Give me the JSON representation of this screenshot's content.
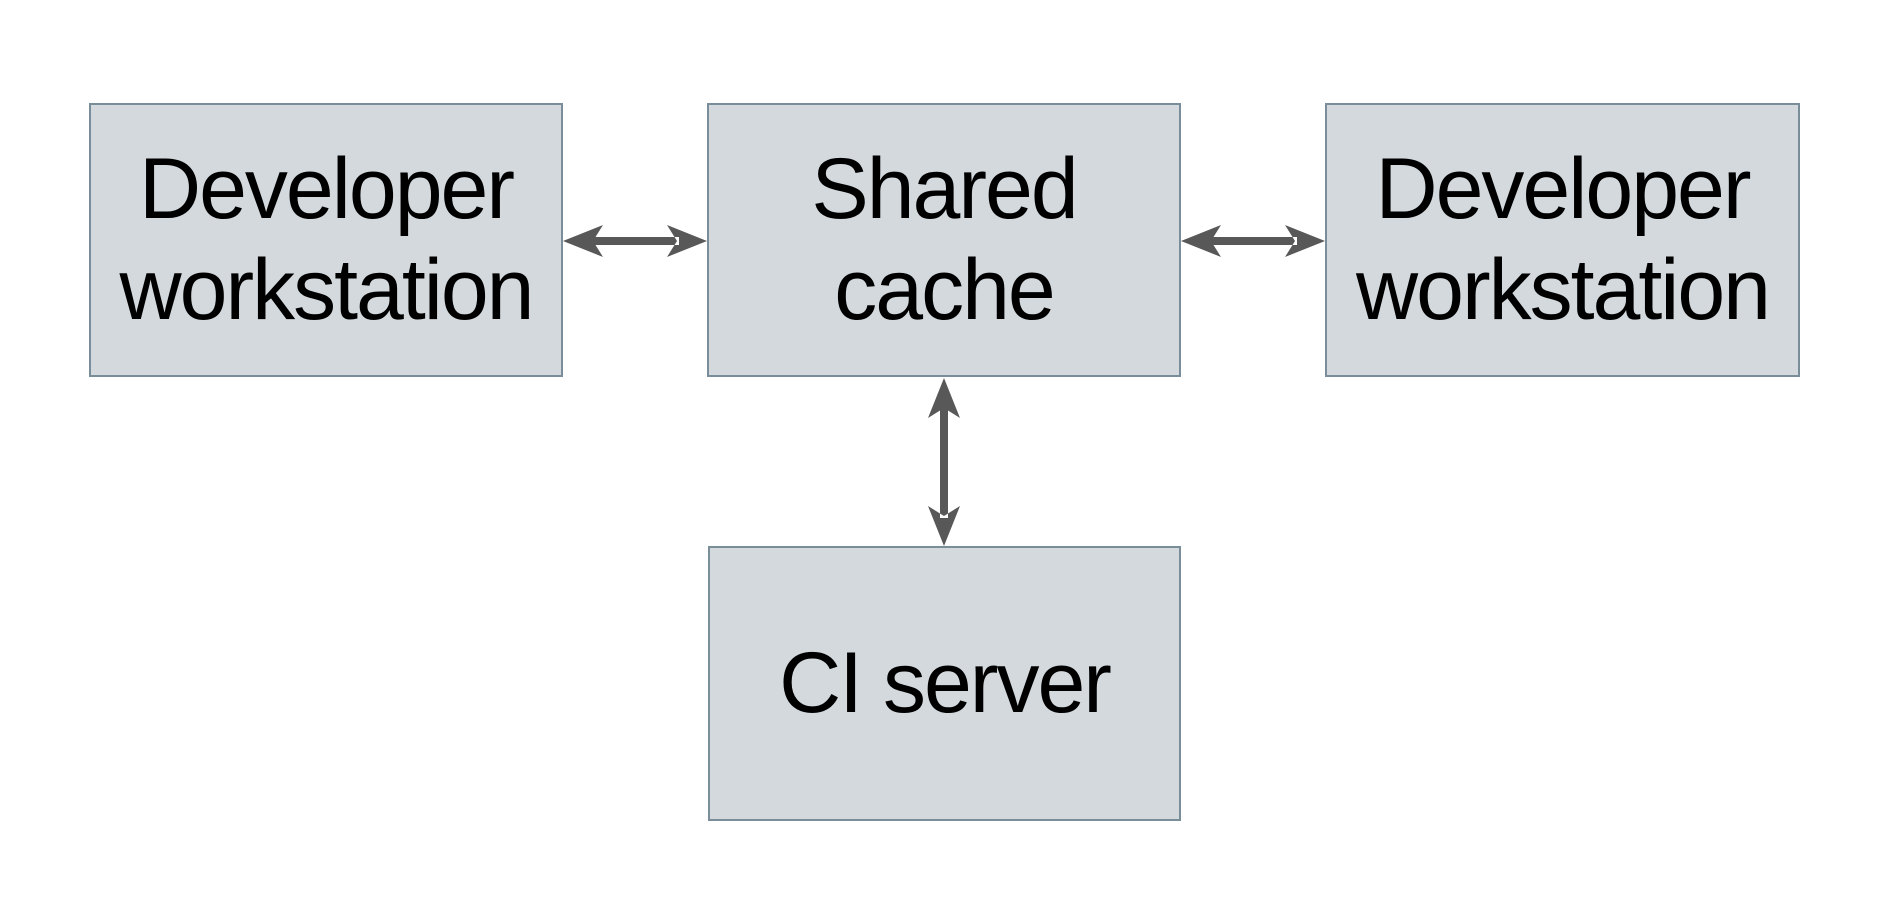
{
  "diagram": {
    "type": "architecture-diagram",
    "description": "Remote shared build cache topology: two developer workstations and a CI server all connected bidirectionally to a shared cache",
    "nodes": [
      {
        "id": "developer-workstation-left",
        "label": "Developer workstation",
        "lines": [
          "Developer",
          "workstation"
        ]
      },
      {
        "id": "shared-cache",
        "label": "Shared cache",
        "lines": [
          "Shared",
          "cache"
        ]
      },
      {
        "id": "developer-workstation-right",
        "label": "Developer workstation",
        "lines": [
          "Developer",
          "workstation"
        ]
      },
      {
        "id": "ci-server",
        "label": "CI server",
        "lines": [
          "CI server"
        ]
      }
    ],
    "edges": [
      {
        "from": "developer-workstation-left",
        "to": "shared-cache",
        "direction": "bidirectional",
        "orientation": "horizontal"
      },
      {
        "from": "shared-cache",
        "to": "developer-workstation-right",
        "direction": "bidirectional",
        "orientation": "horizontal"
      },
      {
        "from": "shared-cache",
        "to": "ci-server",
        "direction": "bidirectional",
        "orientation": "vertical"
      }
    ]
  },
  "colors": {
    "page_bg": "#ffffff",
    "box_fill": "#d3d9dd",
    "box_border": "#7a8e99",
    "arrow": "#585858",
    "text": "#000000"
  }
}
